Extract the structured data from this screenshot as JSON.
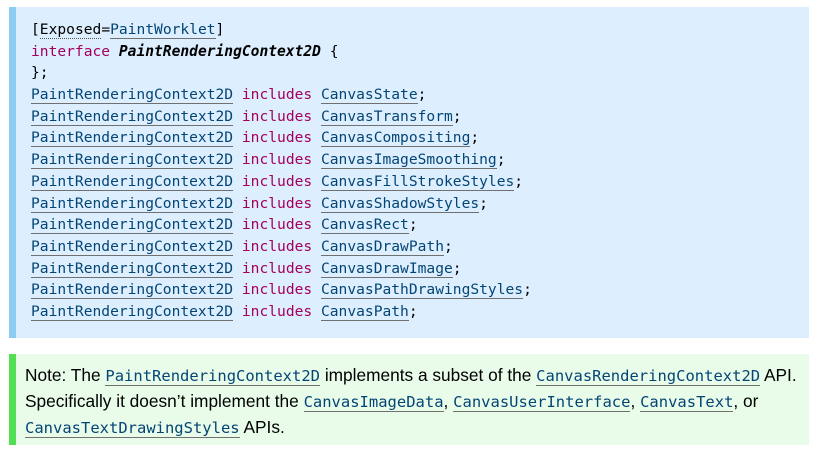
{
  "idl": {
    "exposed_open": "[",
    "exposed_word": "Exposed",
    "exposed_eq": "=",
    "exposed_target": "PaintWorklet",
    "exposed_close": "]",
    "interface_kw": "interface",
    "interface_name": "PaintRenderingContext2D",
    "interface_open": " {",
    "interface_close": "};",
    "includes_kw": "includes",
    "lines": [
      {
        "lhs": "PaintRenderingContext2D",
        "rhs": "CanvasState",
        "end": ";"
      },
      {
        "lhs": "PaintRenderingContext2D",
        "rhs": "CanvasTransform",
        "end": ";"
      },
      {
        "lhs": "PaintRenderingContext2D",
        "rhs": "CanvasCompositing",
        "end": ";"
      },
      {
        "lhs": "PaintRenderingContext2D",
        "rhs": "CanvasImageSmoothing",
        "end": ";"
      },
      {
        "lhs": "PaintRenderingContext2D",
        "rhs": "CanvasFillStrokeStyles",
        "end": ";"
      },
      {
        "lhs": "PaintRenderingContext2D",
        "rhs": "CanvasShadowStyles",
        "end": ";"
      },
      {
        "lhs": "PaintRenderingContext2D",
        "rhs": "CanvasRect",
        "end": ";"
      },
      {
        "lhs": "PaintRenderingContext2D",
        "rhs": "CanvasDrawPath",
        "end": ";"
      },
      {
        "lhs": "PaintRenderingContext2D",
        "rhs": "CanvasDrawImage",
        "end": ";"
      },
      {
        "lhs": "PaintRenderingContext2D",
        "rhs": "CanvasPathDrawingStyles",
        "end": ";"
      },
      {
        "lhs": "PaintRenderingContext2D",
        "rhs": "CanvasPath",
        "end": ";"
      }
    ]
  },
  "note": {
    "t1": "Note: The ",
    "link1": "PaintRenderingContext2D",
    "t2": " implements a subset of the ",
    "link2": "CanvasRenderingContext2D",
    "t3": " API. Specifically it doesn’t implement the ",
    "link3": "CanvasImageData",
    "t4": ", ",
    "link4": "CanvasUserInterface",
    "t5": ", ",
    "link5": "CanvasText",
    "t6": ", or ",
    "link6": "CanvasTextDrawingStyles",
    "t7": " APIs."
  },
  "colors": {
    "idl_background": "#ddeeff",
    "idl_border": "#8ccbf2",
    "keyword": "#a3005b",
    "link": "#034575",
    "note_background": "#e9fbe9",
    "note_border": "#52e052"
  }
}
